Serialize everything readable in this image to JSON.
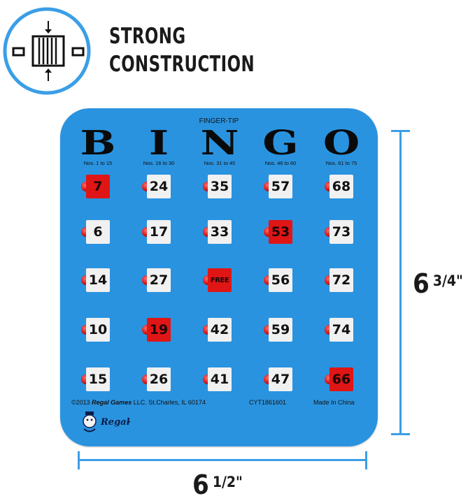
{
  "headline": {
    "line1": "STRONG",
    "line2": "CONSTRUCTION"
  },
  "card": {
    "subtitle": "FINGER-TIP",
    "letters": [
      "B",
      "I",
      "N",
      "G",
      "O"
    ],
    "column_notes": [
      "Nos. 1 to 15",
      "Nos. 16 to 30",
      "Nos. 31 to 45",
      "Nos. 46 to 60",
      "Nos. 61 to 75"
    ],
    "rows": [
      [
        "7",
        "24",
        "35",
        "57",
        "68"
      ],
      [
        "6",
        "17",
        "33",
        "53",
        "73"
      ],
      [
        "14",
        "27",
        "FREE",
        "56",
        "72"
      ],
      [
        "10",
        "19",
        "42",
        "59",
        "74"
      ],
      [
        "15",
        "26",
        "41",
        "47",
        "66"
      ]
    ],
    "covered": [
      [
        true,
        false,
        false,
        false,
        false
      ],
      [
        false,
        false,
        false,
        true,
        false
      ],
      [
        false,
        false,
        true,
        false,
        false
      ],
      [
        false,
        true,
        false,
        false,
        false
      ],
      [
        false,
        false,
        false,
        false,
        true
      ]
    ],
    "copyright": "©2013",
    "brand": "Regal Games",
    "company": "LLC. St.Charles, IL 60174",
    "code": "CYT1861601",
    "made_in": "Made In China",
    "logo_text": "Regal"
  },
  "dimensions": {
    "height_whole": "6",
    "height_frac": "3/4\"",
    "width_whole": "6",
    "width_frac": "1/2\""
  },
  "colors": {
    "card": "#2a93df",
    "accent": "#3b9ee6",
    "marker": "#e01515"
  },
  "icons": [
    "compression-icon",
    "regal-logo-icon"
  ]
}
